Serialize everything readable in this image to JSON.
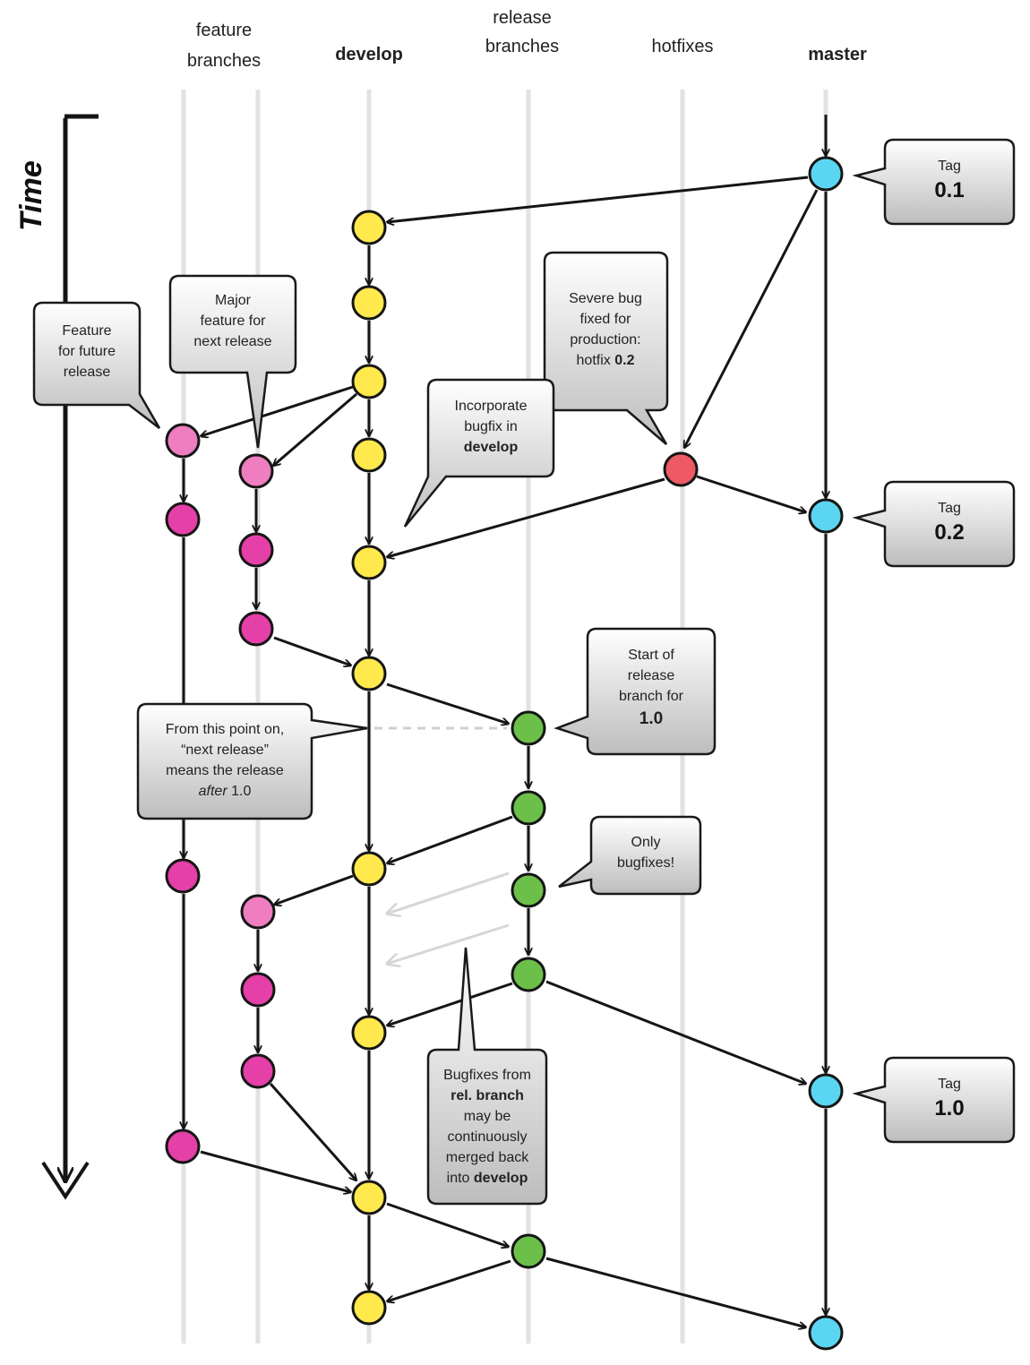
{
  "lanes": {
    "feature": [
      "feature",
      "branches"
    ],
    "develop": "develop",
    "release": [
      "release",
      "branches"
    ],
    "hotfixes": "hotfixes",
    "master": "master"
  },
  "time_label": "Time",
  "colors": {
    "develop_commit": "#FFE94D",
    "feature_commit": "#E53FA8",
    "feature_commit_light": "#EE7EC0",
    "release_commit": "#6CC04A",
    "hotfix_commit": "#EE5A63",
    "master_commit": "#5BD6F2",
    "lane": "#E2E2E2",
    "edge": "#151515"
  },
  "callouts": {
    "feature_future": [
      "Feature",
      "for future",
      "release"
    ],
    "major_feature": [
      "Major",
      "feature for",
      "next release"
    ],
    "severe_bug": [
      "Severe bug",
      "fixed for",
      "production:",
      "hotfix ",
      "0.2"
    ],
    "incorporate": [
      "Incorporate",
      "bugfix in",
      "develop"
    ],
    "start_release": [
      "Start of",
      "release",
      "branch for",
      "1.0"
    ],
    "from_point": [
      "From this point on,",
      "“next release”",
      "means the release",
      "after",
      " 1.0"
    ],
    "only_bugfixes": [
      "Only",
      "bugfixes!"
    ],
    "bugfixes_from": [
      "Bugfixes from",
      "rel. branch",
      "may be",
      "continuously",
      "merged back",
      "into ",
      "develop"
    ]
  },
  "tags": [
    {
      "label": "Tag",
      "version": "0.1"
    },
    {
      "label": "Tag",
      "version": "0.2"
    },
    {
      "label": "Tag",
      "version": "1.0"
    }
  ]
}
